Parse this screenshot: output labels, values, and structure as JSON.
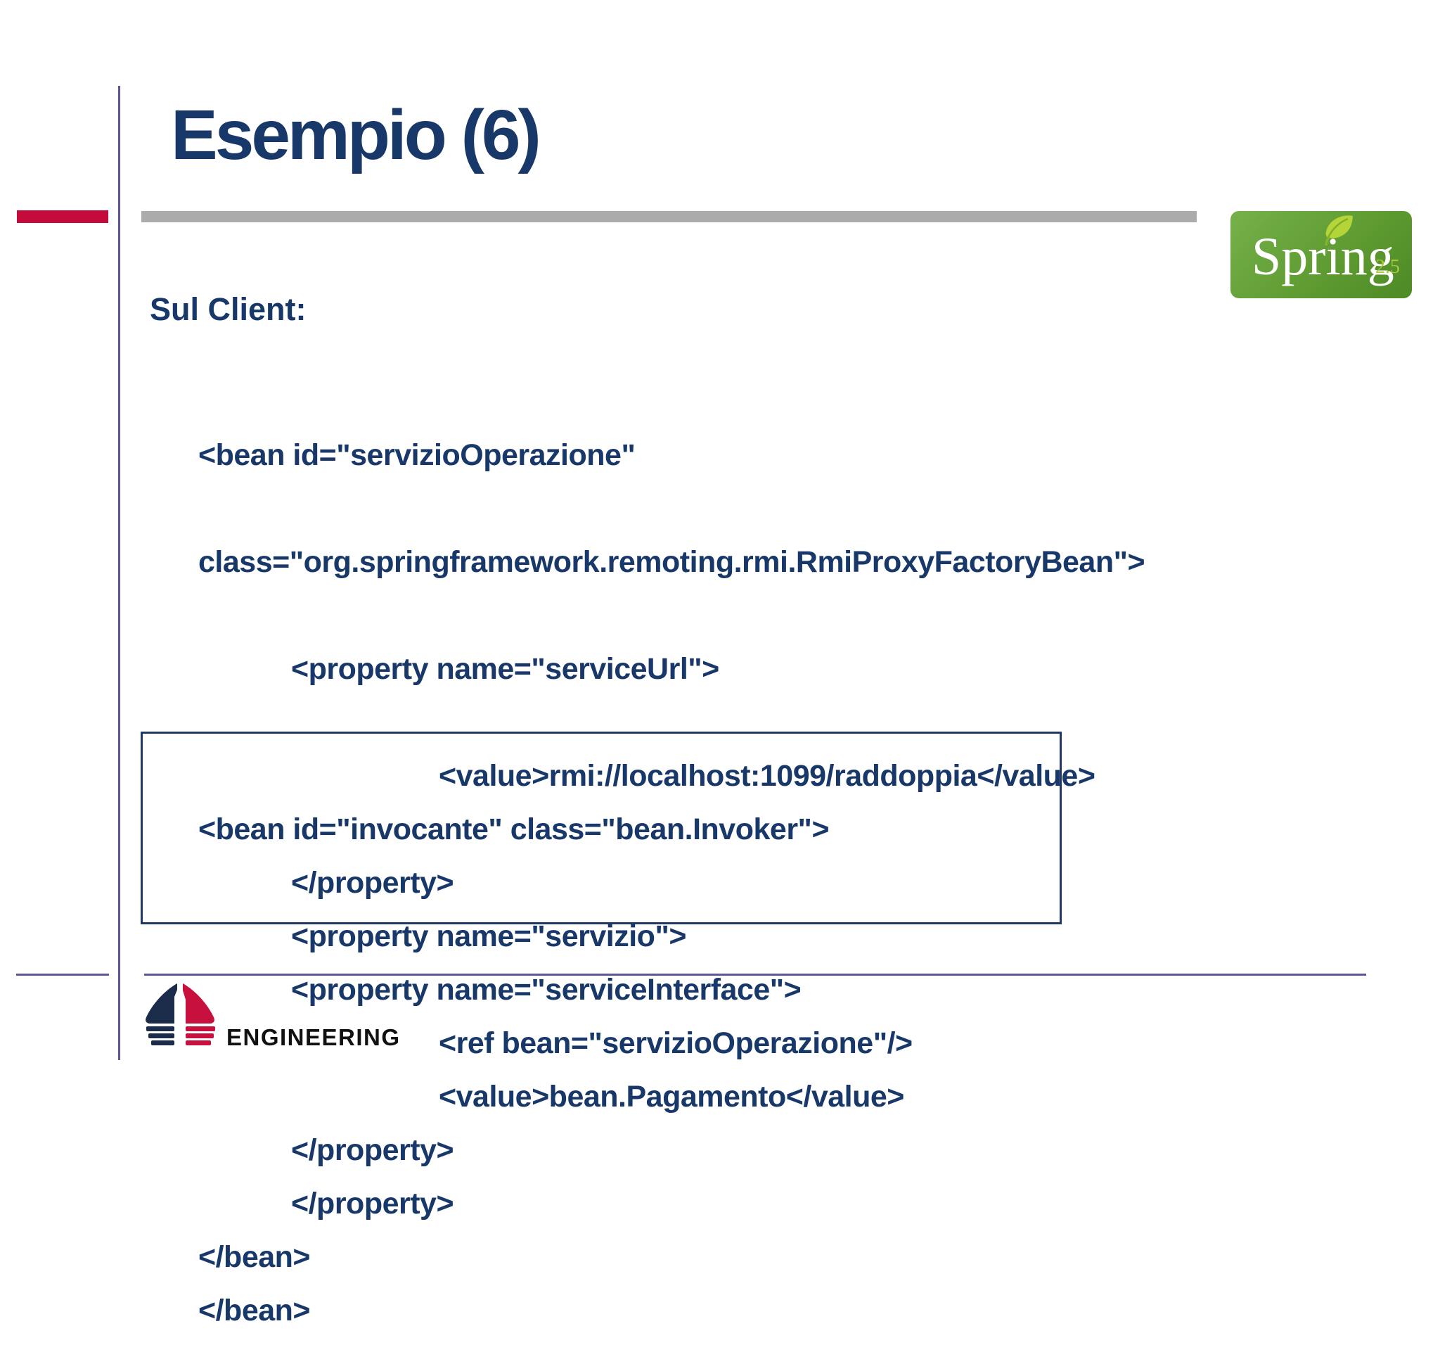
{
  "slide": {
    "title": "Esempio (6)",
    "client_label": "Sul Client:",
    "code_block_1": {
      "lines": [
        {
          "indent": "a",
          "text": "<bean id=\"servizioOperazione\""
        },
        {
          "indent": "a",
          "text": "class=\"org.springframework.remoting.rmi.RmiProxyFactoryBean\">"
        },
        {
          "indent": "b",
          "text": "<property name=\"serviceUrl\">"
        },
        {
          "indent": "c",
          "text": "<value>rmi://localhost:1099/raddoppia</value>"
        },
        {
          "indent": "b",
          "text": "</property>"
        },
        {
          "indent": "b",
          "text": "<property name=\"serviceInterface\">"
        },
        {
          "indent": "c",
          "text": "<value>bean.Pagamento</value>"
        },
        {
          "indent": "b",
          "text": "</property>"
        },
        {
          "indent": "a",
          "text": "</bean>"
        }
      ]
    },
    "code_block_2": {
      "lines": [
        {
          "indent": "a",
          "text": "<bean id=\"invocante\" class=\"bean.Invoker\">"
        },
        {
          "indent": "b",
          "text": "<property name=\"servizio\">"
        },
        {
          "indent": "c",
          "text": "<ref bean=\"servizioOperazione\"/>"
        },
        {
          "indent": "b",
          "text": "</property>"
        },
        {
          "indent": "a",
          "text": "</bean>"
        }
      ]
    },
    "spring_logo": {
      "name": "Spring",
      "version": "2.5"
    },
    "engineering_logo": {
      "label": "ENGINEERING"
    },
    "colors": {
      "navy_text": "#19386a",
      "accent_red": "#c50a3c",
      "rule_gray": "#ababab",
      "line_purple": "#5b5796",
      "spring_green_light": "#76b14b",
      "spring_green_dark": "#4d8a25",
      "spring_lime": "#a9c93c",
      "engineering_navy": "#1b2b4a",
      "engineering_red": "#c8103e"
    }
  }
}
